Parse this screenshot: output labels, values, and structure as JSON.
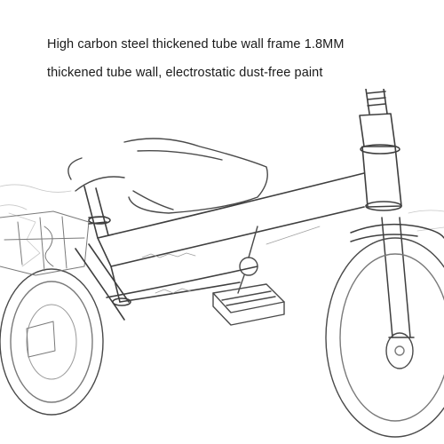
{
  "caption": {
    "line1": "High carbon steel thickened tube wall frame 1.8MM",
    "line2": "thickened tube wall, electrostatic dust-free paint"
  },
  "image": {
    "subject": "tricycle-frame-sketch",
    "stroke_color": "#4a4a4a",
    "light_stroke_color": "#9a9a9a",
    "background_color": "#ffffff"
  }
}
